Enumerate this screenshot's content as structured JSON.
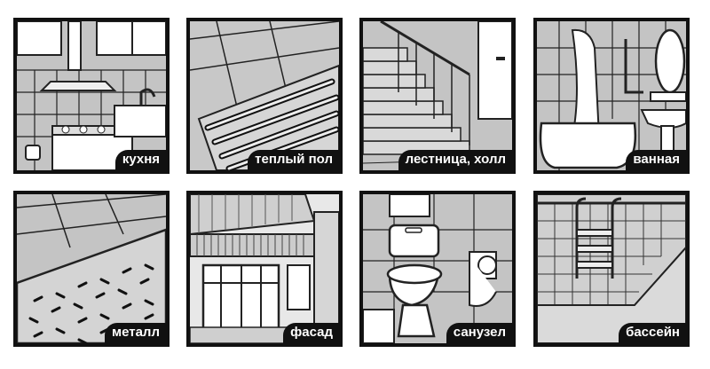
{
  "tiles": [
    {
      "id": "kitchen",
      "label": "кухня",
      "icon": "kitchen-icon"
    },
    {
      "id": "warm-floor",
      "label": "теплый пол",
      "icon": "heated-floor-icon"
    },
    {
      "id": "stairs",
      "label": "лестница, холл",
      "icon": "stairs-icon"
    },
    {
      "id": "bathroom",
      "label": "ванная",
      "icon": "bathtub-icon"
    },
    {
      "id": "metal",
      "label": "металл",
      "icon": "metal-plate-icon"
    },
    {
      "id": "facade",
      "label": "фасад",
      "icon": "house-facade-icon"
    },
    {
      "id": "toilet",
      "label": "санузел",
      "icon": "toilet-icon"
    },
    {
      "id": "pool",
      "label": "бассейн",
      "icon": "pool-icon"
    }
  ]
}
